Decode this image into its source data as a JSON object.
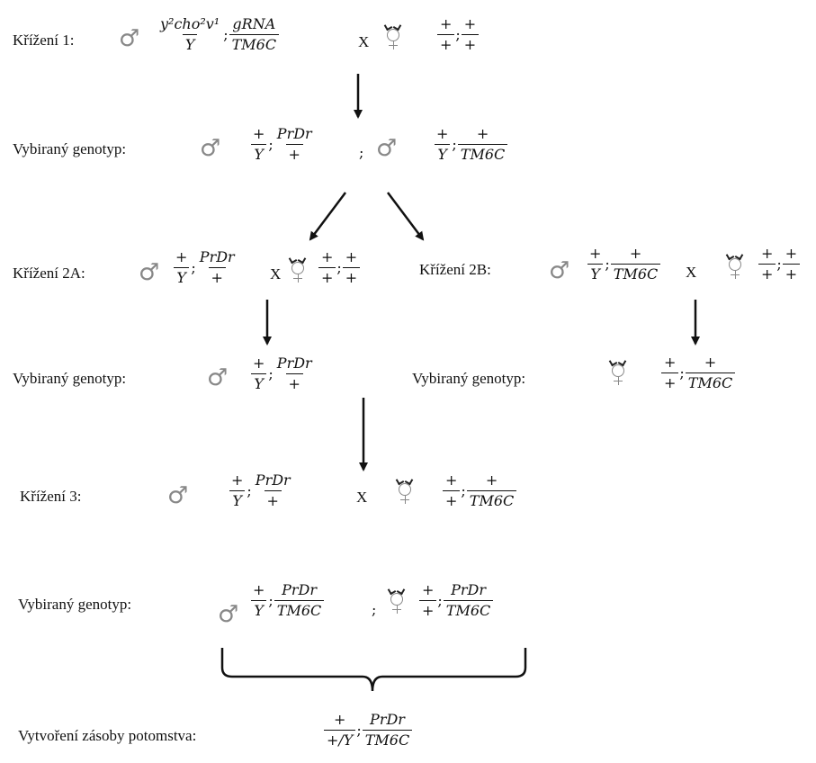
{
  "cross1": {
    "label": "Křížení 1:",
    "male_frac1": {
      "num": "y²cho²v¹",
      "den": "Y"
    },
    "male_frac2": {
      "num": "gRNA",
      "den": "TM6C"
    },
    "x": "X",
    "female_frac1": {
      "num": "+",
      "den": "+"
    },
    "female_frac2": {
      "num": "+",
      "den": "+"
    }
  },
  "selected1": {
    "label": "Vybiraný genotyp:",
    "a_frac1": {
      "num": "+",
      "den": "Y"
    },
    "a_frac2": {
      "num": "PrDr",
      "den": "+"
    },
    "b_frac1": {
      "num": "+",
      "den": "Y"
    },
    "b_frac2": {
      "num": "+",
      "den": "TM6C"
    }
  },
  "cross2a": {
    "label": "Křížení 2A:",
    "m1": {
      "num": "+",
      "den": "Y"
    },
    "m2": {
      "num": "PrDr",
      "den": "+"
    },
    "x": "X",
    "f1": {
      "num": "+",
      "den": "+"
    },
    "f2": {
      "num": "+",
      "den": "+"
    }
  },
  "cross2b": {
    "label": "Křížení 2B:",
    "m1": {
      "num": "+",
      "den": "Y"
    },
    "m2": {
      "num": "+",
      "den": "TM6C"
    },
    "x": "X",
    "f1": {
      "num": "+",
      "den": "+"
    },
    "f2": {
      "num": "+",
      "den": "+"
    }
  },
  "selected2a": {
    "label": "Vybiraný genotyp:",
    "f1": {
      "num": "+",
      "den": "Y"
    },
    "f2": {
      "num": "PrDr",
      "den": "+"
    }
  },
  "selected2b": {
    "label": "Vybiraný genotyp:",
    "f1": {
      "num": "+",
      "den": "+"
    },
    "f2": {
      "num": "+",
      "den": "TM6C"
    }
  },
  "cross3": {
    "label": "Křížení 3:",
    "m1": {
      "num": "+",
      "den": "Y"
    },
    "m2": {
      "num": "PrDr",
      "den": "+"
    },
    "x": "X",
    "f1": {
      "num": "+",
      "den": "+"
    },
    "f2": {
      "num": "+",
      "den": "TM6C"
    }
  },
  "selected3": {
    "label": "Vybiraný genotyp:",
    "m1": {
      "num": "+",
      "den": "Y"
    },
    "m2": {
      "num": "PrDr",
      "den": "TM6C"
    },
    "f1": {
      "num": "+",
      "den": "+"
    },
    "f2": {
      "num": "PrDr",
      "den": "TM6C"
    }
  },
  "stock": {
    "label": "Vytvoření zásoby potomstva:",
    "f1": {
      "num": "+",
      "den": "+/Y"
    },
    "f2": {
      "num": "PrDr",
      "den": "TM6C"
    }
  },
  "symbols": {
    "male": "♂",
    "separator": ";"
  }
}
